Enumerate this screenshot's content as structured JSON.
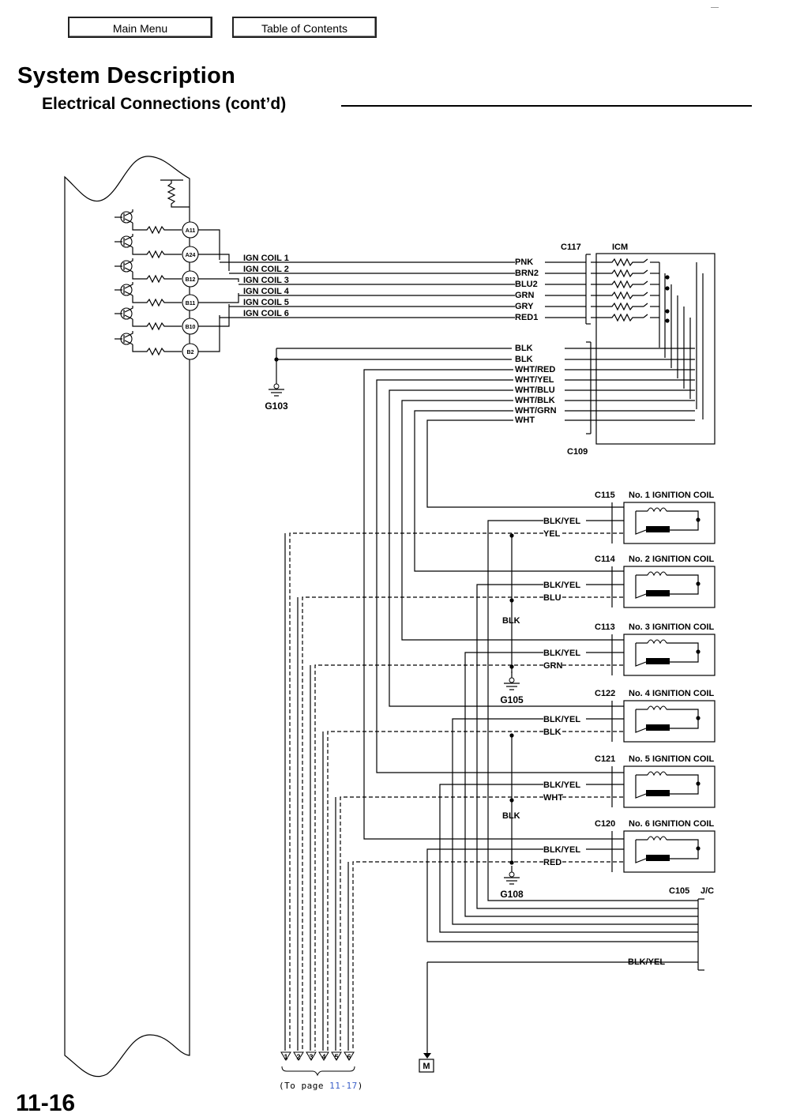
{
  "nav": {
    "main_menu": "Main Menu",
    "toc": "Table of Contents"
  },
  "header": {
    "title": "System Description",
    "subtitle": "Electrical Connections (cont’d)"
  },
  "page": {
    "number": "11-16",
    "to_page_prefix": "(To page ",
    "to_page_link": "11-17",
    "to_page_suffix": ")"
  },
  "ecm_pins": [
    "A11",
    "A24",
    "B12",
    "B11",
    "B10",
    "B2"
  ],
  "ign_coil_labels": [
    "IGN COIL 1",
    "IGN COIL 2",
    "IGN COIL 3",
    "IGN COIL 4",
    "IGN COIL 5",
    "IGN COIL 6"
  ],
  "c117": {
    "name": "C117",
    "icm": "ICM",
    "wires": [
      "PNK",
      "BRN2",
      "BLU2",
      "GRN",
      "GRY",
      "RED1"
    ]
  },
  "c109": {
    "name": "C109",
    "wires": [
      "BLK",
      "BLK",
      "WHT/RED",
      "WHT/YEL",
      "WHT/BLU",
      "WHT/BLK",
      "WHT/GRN",
      "WHT"
    ]
  },
  "grounds": [
    "G103",
    "G105",
    "G108"
  ],
  "blk_labels": [
    "BLK",
    "BLK"
  ],
  "coils": [
    {
      "connector": "C115",
      "name": "No. 1 IGNITION COIL",
      "power": "BLK/YEL",
      "signal": "YEL"
    },
    {
      "connector": "C114",
      "name": "No. 2 IGNITION COIL",
      "power": "BLK/YEL",
      "signal": "BLU"
    },
    {
      "connector": "C113",
      "name": "No. 3 IGNITION COIL",
      "power": "BLK/YEL",
      "signal": "GRN"
    },
    {
      "connector": "C122",
      "name": "No. 4 IGNITION COIL",
      "power": "BLK/YEL",
      "signal": "BLK"
    },
    {
      "connector": "C121",
      "name": "No. 5 IGNITION COIL",
      "power": "BLK/YEL",
      "signal": "WHT"
    },
    {
      "connector": "C120",
      "name": "No. 6 IGNITION COIL",
      "power": "BLK/YEL",
      "signal": "RED"
    }
  ],
  "jc": {
    "connector": "C105",
    "name": "J/C",
    "wire": "BLK/YEL"
  },
  "bottom_terminals": [
    "1",
    "2",
    "3",
    "4",
    "5",
    "6"
  ],
  "m_terminal": "M"
}
